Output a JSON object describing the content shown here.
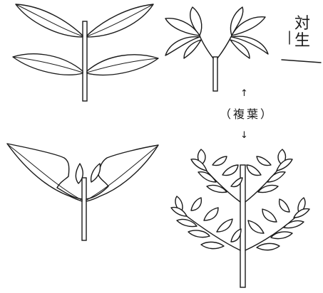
{
  "labels": {
    "opposite_char1": "対",
    "opposite_char2": "生",
    "compound_leaf": "（複葉）",
    "arrow_up": "↑",
    "arrow_down": "↓"
  }
}
